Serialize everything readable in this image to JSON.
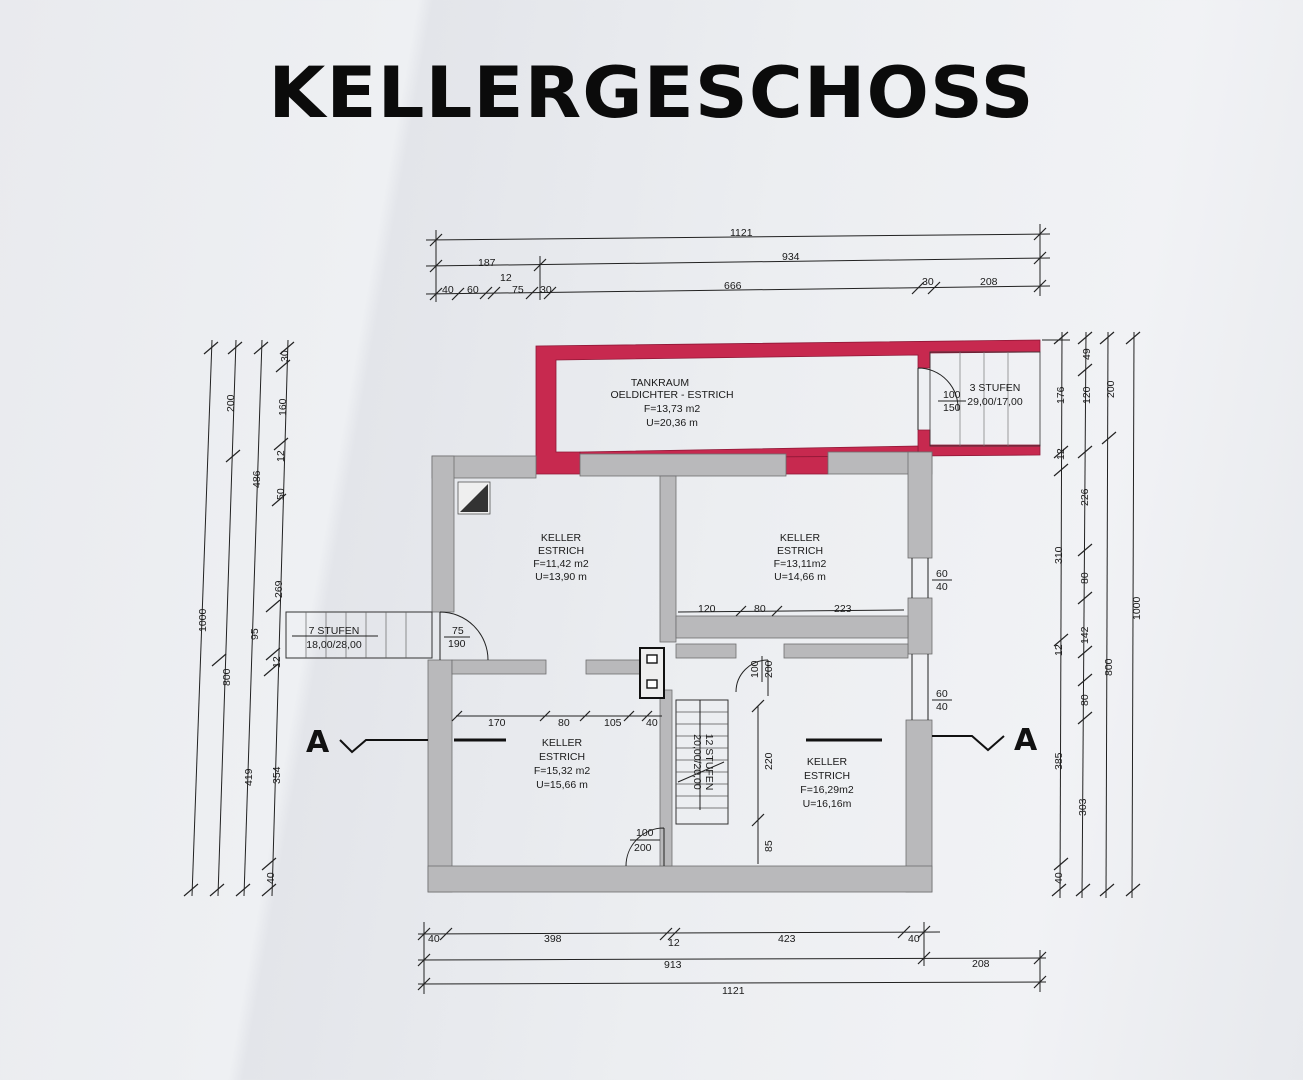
{
  "title": "KELLERGESCHOSS",
  "rooms": {
    "tankraum": {
      "l1": "TANKRAUM",
      "l2": "OELDICHTER - ESTRICH",
      "l3": "F=13,73 m2",
      "l4": "U=20,36 m"
    },
    "keller_nw": {
      "l1": "KELLER",
      "l2": "ESTRICH",
      "l3": "F=11,42 m2",
      "l4": "U=13,90 m"
    },
    "keller_ne": {
      "l1": "KELLER",
      "l2": "ESTRICH",
      "l3": "F=13,11m2",
      "l4": "U=14,66 m"
    },
    "keller_sw": {
      "l1": "KELLER",
      "l2": "ESTRICH",
      "l3": "F=15,32 m2",
      "l4": "U=15,66 m"
    },
    "keller_se": {
      "l1": "KELLER",
      "l2": "ESTRICH",
      "l3": "F=16,29m2",
      "l4": "U=16,16m"
    }
  },
  "stairs": {
    "west": {
      "l1": "7 STUFEN",
      "l2": "18,00/28,00"
    },
    "east": {
      "l1": "3 STUFEN",
      "l2": "29,00/17,00"
    },
    "inner": {
      "l1": "12 STUFEN",
      "l2": "20,00/20,00"
    }
  },
  "section_marker": "A",
  "dimensions": {
    "top_row1": "1121",
    "top_row2": [
      "187",
      "934"
    ],
    "top_row3": [
      "40",
      "60",
      "12",
      "75",
      "30",
      "666",
      "30",
      "208"
    ],
    "bottom_row1": [
      "40",
      "398",
      "12",
      "423",
      "40"
    ],
    "bottom_row2": [
      "913",
      "208"
    ],
    "bottom_row3": "1121",
    "left_col1": "1000",
    "left_col2": [
      "200",
      "800"
    ],
    "left_col3": [
      "486",
      "419"
    ],
    "left_col4": [
      "160",
      "12",
      "50",
      "269",
      "95",
      "12",
      "354",
      "40"
    ],
    "left_col4_top": "30",
    "right_col1": "1000",
    "right_col2": [
      "200",
      "800"
    ],
    "right_col3": [
      "49",
      "120",
      "226",
      "310",
      "142",
      "385",
      "303",
      "40"
    ],
    "right_col4": [
      "176",
      "12",
      "80",
      "80",
      "12"
    ],
    "inner": {
      "door_w": "75",
      "door_w2": "190",
      "tank_door1": "100",
      "tank_door2": "150",
      "window1a": "60",
      "window1b": "40",
      "window2a": "60",
      "window2b": "40",
      "mid_row": [
        "120",
        "80",
        "223"
      ],
      "door_c1": "100",
      "door_c2": "200",
      "sw_row": [
        "170",
        "80",
        "105",
        "40"
      ],
      "door_s1": "100",
      "door_s2": "200",
      "se_v1": "220",
      "se_v2": "85"
    }
  }
}
